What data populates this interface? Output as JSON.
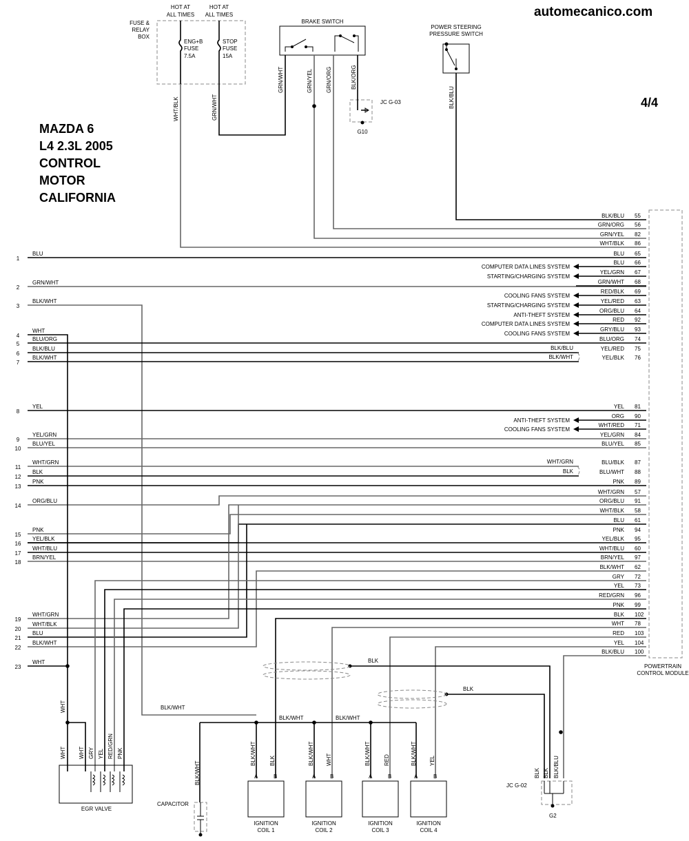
{
  "site": "automecanico.com",
  "page_indicator": "4/4",
  "title_lines": [
    "MAZDA 6",
    "L4 2.3L 2005",
    "CONTROL",
    "MOTOR",
    "CALIFORNIA"
  ],
  "top": {
    "hot1": [
      "HOT AT",
      "ALL TIMES"
    ],
    "hot2": [
      "HOT AT",
      "ALL TIMES"
    ],
    "fuse_box": [
      "FUSE &",
      "RELAY",
      "BOX"
    ],
    "fuse1": [
      "ENG+B",
      "FUSE",
      "7.5A"
    ],
    "fuse2": [
      "STOP",
      "FUSE",
      "15A"
    ],
    "brake_switch": "BRAKE SWITCH",
    "ps_switch": [
      "POWER STEERING",
      "PRESSURE SWITCH"
    ],
    "jc_g03": "JC G-03",
    "g10": "G10",
    "vertical_labels": [
      "WHT/BLK",
      "GRN/WHT",
      "GRN/WHT",
      "GRN/YEL",
      "GRN/ORG",
      "BLK/ORG",
      "BLK/BLU"
    ]
  },
  "pcm_label": [
    "POWERTRAIN",
    "CONTROL MODULE"
  ],
  "left_pins": [
    {
      "n": "1",
      "c": "BLU"
    },
    {
      "n": "2",
      "c": "GRN/WHT"
    },
    {
      "n": "3",
      "c": "BLK/WHT"
    },
    {
      "n": "4",
      "c": "WHT"
    },
    {
      "n": "5",
      "c": "BLU/ORG"
    },
    {
      "n": "6",
      "c": "BLK/BLU"
    },
    {
      "n": "7",
      "c": "BLK/WHT"
    },
    {
      "n": "8",
      "c": "YEL"
    },
    {
      "n": "9",
      "c": "YEL/GRN"
    },
    {
      "n": "10",
      "c": "BLU/YEL"
    },
    {
      "n": "11",
      "c": "WHT/GRN"
    },
    {
      "n": "12",
      "c": "BLK"
    },
    {
      "n": "13",
      "c": "PNK"
    },
    {
      "n": "14",
      "c": "ORG/BLU"
    },
    {
      "n": "15",
      "c": "PNK"
    },
    {
      "n": "16",
      "c": "YEL/BLK"
    },
    {
      "n": "17",
      "c": "WHT/BLU"
    },
    {
      "n": "18",
      "c": "BRN/YEL"
    },
    {
      "n": "19",
      "c": "WHT/GRN"
    },
    {
      "n": "20",
      "c": "WHT/BLK"
    },
    {
      "n": "21",
      "c": "BLU"
    },
    {
      "n": "22",
      "c": "BLK/WHT"
    },
    {
      "n": "23",
      "c": "WHT"
    }
  ],
  "right_pins": [
    {
      "n": "55",
      "c": "BLK/BLU"
    },
    {
      "n": "56",
      "c": "GRN/ORG"
    },
    {
      "n": "82",
      "c": "GRN/YEL"
    },
    {
      "n": "86",
      "c": "WHT/BLK"
    },
    {
      "n": "65",
      "c": "BLU"
    },
    {
      "n": "66",
      "c": "BLU"
    },
    {
      "n": "67",
      "c": "YEL/GRN"
    },
    {
      "n": "68",
      "c": "GRN/WHT"
    },
    {
      "n": "69",
      "c": "RED/BLK"
    },
    {
      "n": "63",
      "c": "YEL/RED"
    },
    {
      "n": "64",
      "c": "ORG/BLU"
    },
    {
      "n": "92",
      "c": "RED"
    },
    {
      "n": "93",
      "c": "GRY/BLU"
    },
    {
      "n": "74",
      "c": "BLU/ORG"
    },
    {
      "n": "75",
      "c": "YEL/RED"
    },
    {
      "n": "76",
      "c": "YEL/BLK"
    },
    {
      "n": "81",
      "c": "YEL"
    },
    {
      "n": "90",
      "c": "ORG"
    },
    {
      "n": "71",
      "c": "WHT/RED"
    },
    {
      "n": "84",
      "c": "YEL/GRN"
    },
    {
      "n": "85",
      "c": "BLU/YEL"
    },
    {
      "n": "87",
      "c": "BLU/BLK"
    },
    {
      "n": "88",
      "c": "BLU/WHT"
    },
    {
      "n": "89",
      "c": "PNK"
    },
    {
      "n": "57",
      "c": "WHT/GRN"
    },
    {
      "n": "91",
      "c": "ORG/BLU"
    },
    {
      "n": "58",
      "c": "WHT/BLK"
    },
    {
      "n": "61",
      "c": "BLU"
    },
    {
      "n": "94",
      "c": "PNK"
    },
    {
      "n": "95",
      "c": "YEL/BLK"
    },
    {
      "n": "60",
      "c": "WHT/BLU"
    },
    {
      "n": "97",
      "c": "BRN/YEL"
    },
    {
      "n": "62",
      "c": "BLK/WHT"
    },
    {
      "n": "72",
      "c": "GRY"
    },
    {
      "n": "73",
      "c": "YEL"
    },
    {
      "n": "96",
      "c": "RED/GRN"
    },
    {
      "n": "99",
      "c": "PNK"
    },
    {
      "n": "102",
      "c": "BLK"
    },
    {
      "n": "78",
      "c": "WHT"
    },
    {
      "n": "103",
      "c": "RED"
    },
    {
      "n": "104",
      "c": "YEL"
    },
    {
      "n": "100",
      "c": "BLK/BLU"
    }
  ],
  "systems": [
    "COMPUTER DATA LINES SYSTEM",
    "STARTING/CHARGING SYSTEM",
    "COOLING FANS SYSTEM",
    "STARTING/CHARGING SYSTEM",
    "ANTI-THEFT SYSTEM",
    "COMPUTER DATA LINES SYSTEM",
    "COOLING FANS SYSTEM",
    "ANTI-THEFT SYSTEM",
    "COOLING FANS SYSTEM"
  ],
  "shield_labels": [
    "BLK/BLU",
    "BLK/WHT",
    "WHT/GRN",
    "BLK"
  ],
  "bottom": {
    "wire_labels": [
      "BLK/WHT",
      "BLK/WHT",
      "BLK/WHT",
      "BLK/WHT",
      "BLK",
      "BLK",
      "WHT"
    ],
    "egr_valve": "EGR VALVE",
    "egr_wires": [
      "WHT",
      "WHT",
      "GRY",
      "YEL",
      "RED/GRN",
      "PNK"
    ],
    "capacitor": "CAPACITOR",
    "cap_wire": "BLK/WHT",
    "coils": [
      {
        "name": [
          "IGNITION",
          "COIL 1"
        ],
        "a": "BLK/WHT",
        "b": "BLK"
      },
      {
        "name": [
          "IGNITION",
          "COIL 2"
        ],
        "a": "BLK/WHT",
        "b": "WHT"
      },
      {
        "name": [
          "IGNITION",
          "COIL 3"
        ],
        "a": "BLK/WHT",
        "b": "RED"
      },
      {
        "name": [
          "IGNITION",
          "COIL 4"
        ],
        "a": "BLK/WHT",
        "b": "YEL"
      }
    ],
    "pin_a": "A",
    "pin_b": "B",
    "jc_g02": "JC G-02",
    "g2": "G2",
    "g2_wires": [
      "BLK",
      "BLK",
      "BLK/BLU"
    ]
  }
}
